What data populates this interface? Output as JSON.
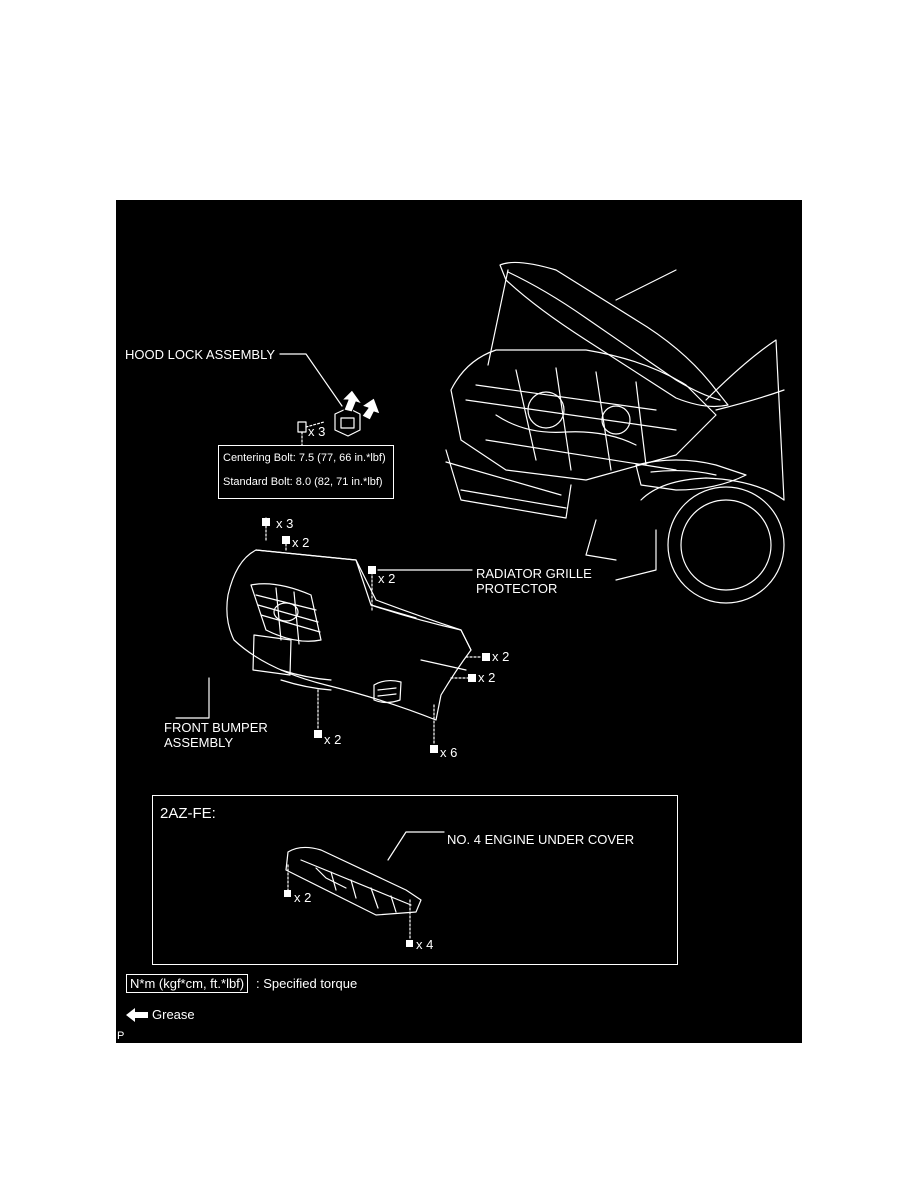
{
  "labels": {
    "hood_lock": "HOOD LOCK ASSEMBLY",
    "radiator_line1": "RADIATOR GRILLE",
    "radiator_line2": "PROTECTOR",
    "bumper_line1": "FRONT BUMPER",
    "bumper_line2": "ASSEMBLY",
    "engine_cover": "NO. 4 ENGINE UNDER COVER",
    "panel_title": "2AZ-FE:"
  },
  "torque": {
    "centering": "Centering Bolt: 7.5 (77, 66 in.*lbf)",
    "standard": "Standard Bolt: 8.0 (82, 71 in.*lbf)"
  },
  "quantities": {
    "hood_bolts": "x 3",
    "bumper_top_a": "x 3",
    "bumper_top_b": "x 2",
    "grille": "x 2",
    "side_upper": "x 2",
    "side_lower": "x 2",
    "bottom_left": "x 2",
    "bottom_right": "x 6",
    "cover_left": "x 2",
    "cover_right": "x 4"
  },
  "legend": {
    "unit": "N*m (kgf*cm, ft.*lbf)",
    "unit_suffix": ": Specified torque",
    "grease": "Grease"
  },
  "corner_mark": "P",
  "colors": {
    "background": "#000000",
    "line": "#ffffff"
  }
}
